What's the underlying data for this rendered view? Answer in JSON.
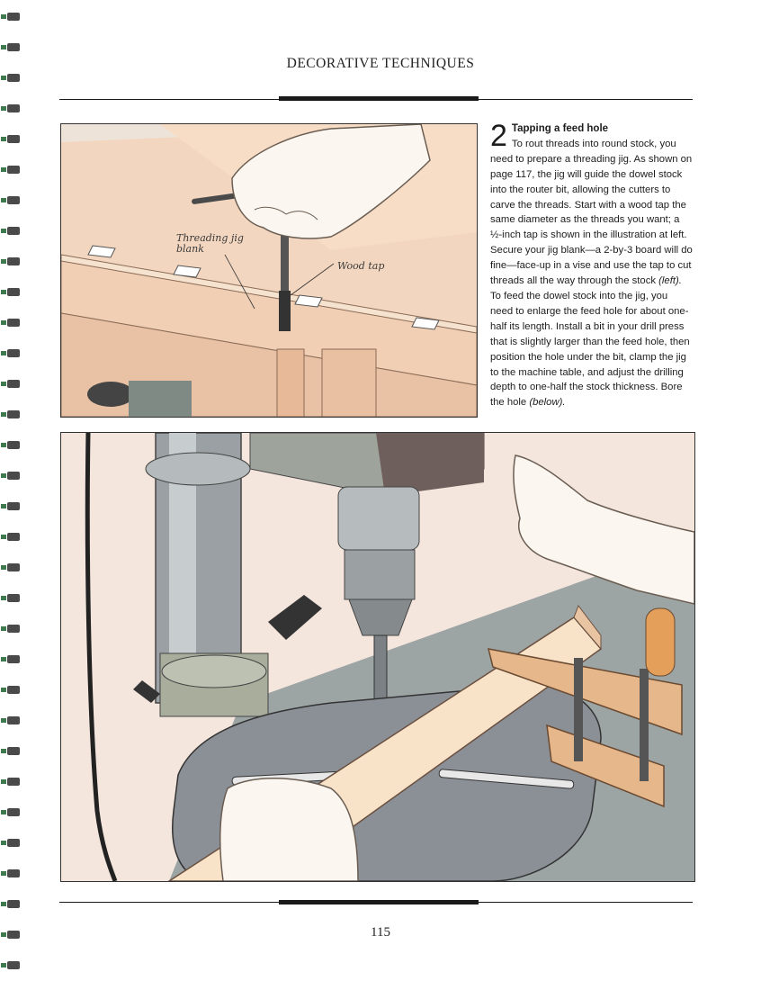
{
  "header": {
    "title": "DECORATIVE TECHNIQUES"
  },
  "step": {
    "number": "2",
    "title": "Tapping a feed hole",
    "body_1": "To rout threads into round stock, you need to prepare a threading jig. As shown on page 117, the jig will guide the dowel stock into the router bit, allowing the cutters to carve the threads. Start with a wood tap the same diameter as the threads you want; a ½-inch tap is shown in the illustration at left. Secure your jig blank—a 2-by-3 board will do fine—face-up in a vise and use the tap to cut threads all the way through the stock ",
    "ref_left": "(left).",
    "body_2": " To feed the dowel stock into the jig, you need to enlarge the feed hole for about one-half its length. Install a bit in your drill press that is slightly larger than the feed hole, then position the hole under the bit, clamp the jig to the machine table, and adjust the drilling depth to one-half the stock thickness. Bore the hole ",
    "ref_below": "(below)."
  },
  "figure_top": {
    "callout_blank_1": "Threading jig",
    "callout_blank_2": "blank",
    "callout_tap": "Wood tap"
  },
  "footer": {
    "page_number": "115"
  }
}
